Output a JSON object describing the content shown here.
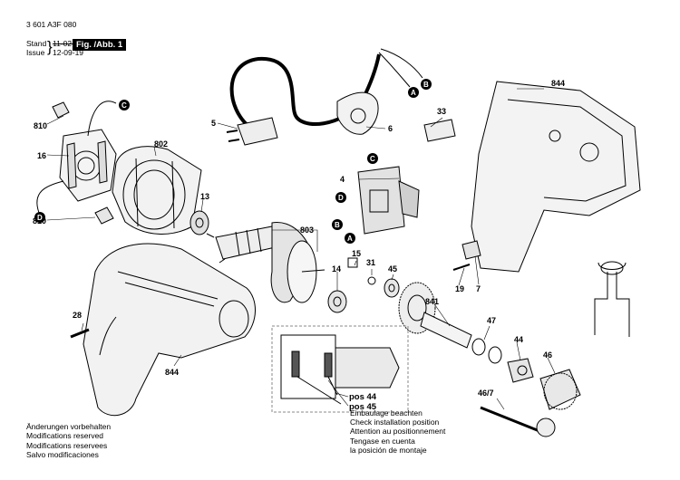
{
  "header": {
    "doc_number": "3 601 A3F 080",
    "stand_label": "Stand",
    "issue_label": "Issue",
    "stand_date": "11-02-15",
    "issue_date": "12-09-19",
    "figure_label": "Fig. /Abb. 1"
  },
  "part_numbers": {
    "p810a": "810",
    "p16": "16",
    "p810b": "810",
    "p802": "802",
    "p13": "13",
    "p5": "5",
    "p6": "6",
    "p4": "4",
    "p33": "33",
    "p844a": "844",
    "p803": "803",
    "p15": "15",
    "p31": "31",
    "p14": "14",
    "p45": "45",
    "p19": "19",
    "p7": "7",
    "p28": "28",
    "p844b": "844",
    "p841": "841",
    "p47": "47",
    "p44": "44",
    "p46": "46",
    "p46_7": "46/7"
  },
  "markers": {
    "C1": "C",
    "D1": "D",
    "A1": "A",
    "B1": "B",
    "C2": "C",
    "D2": "D",
    "B2": "B",
    "A2": "A"
  },
  "inset": {
    "pos44": "pos 44",
    "pos45": "pos 45"
  },
  "installation_notes": [
    "Einbaulage beachten",
    "Check installation position",
    "Attention au positionnement",
    "Tengase en cuenta",
    "la posición de montaje"
  ],
  "change_notes": [
    "Änderungen vorbehalten",
    "Modifications reserved",
    "Modifications reservees",
    "Salvo modificaciones"
  ]
}
